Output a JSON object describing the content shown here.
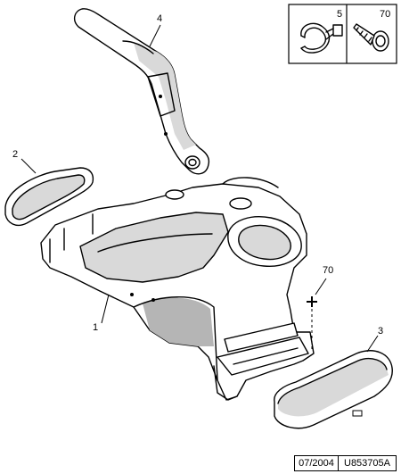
{
  "callouts": {
    "bracket_ref": "4",
    "cover_left_ref": "2",
    "console_ref": "1",
    "screw_ref": "70",
    "cover_right_ref": "3"
  },
  "legend": {
    "clip_ref": "5",
    "screw_ref": "70"
  },
  "footer": {
    "date": "07/2004",
    "reference": "U853705A"
  }
}
